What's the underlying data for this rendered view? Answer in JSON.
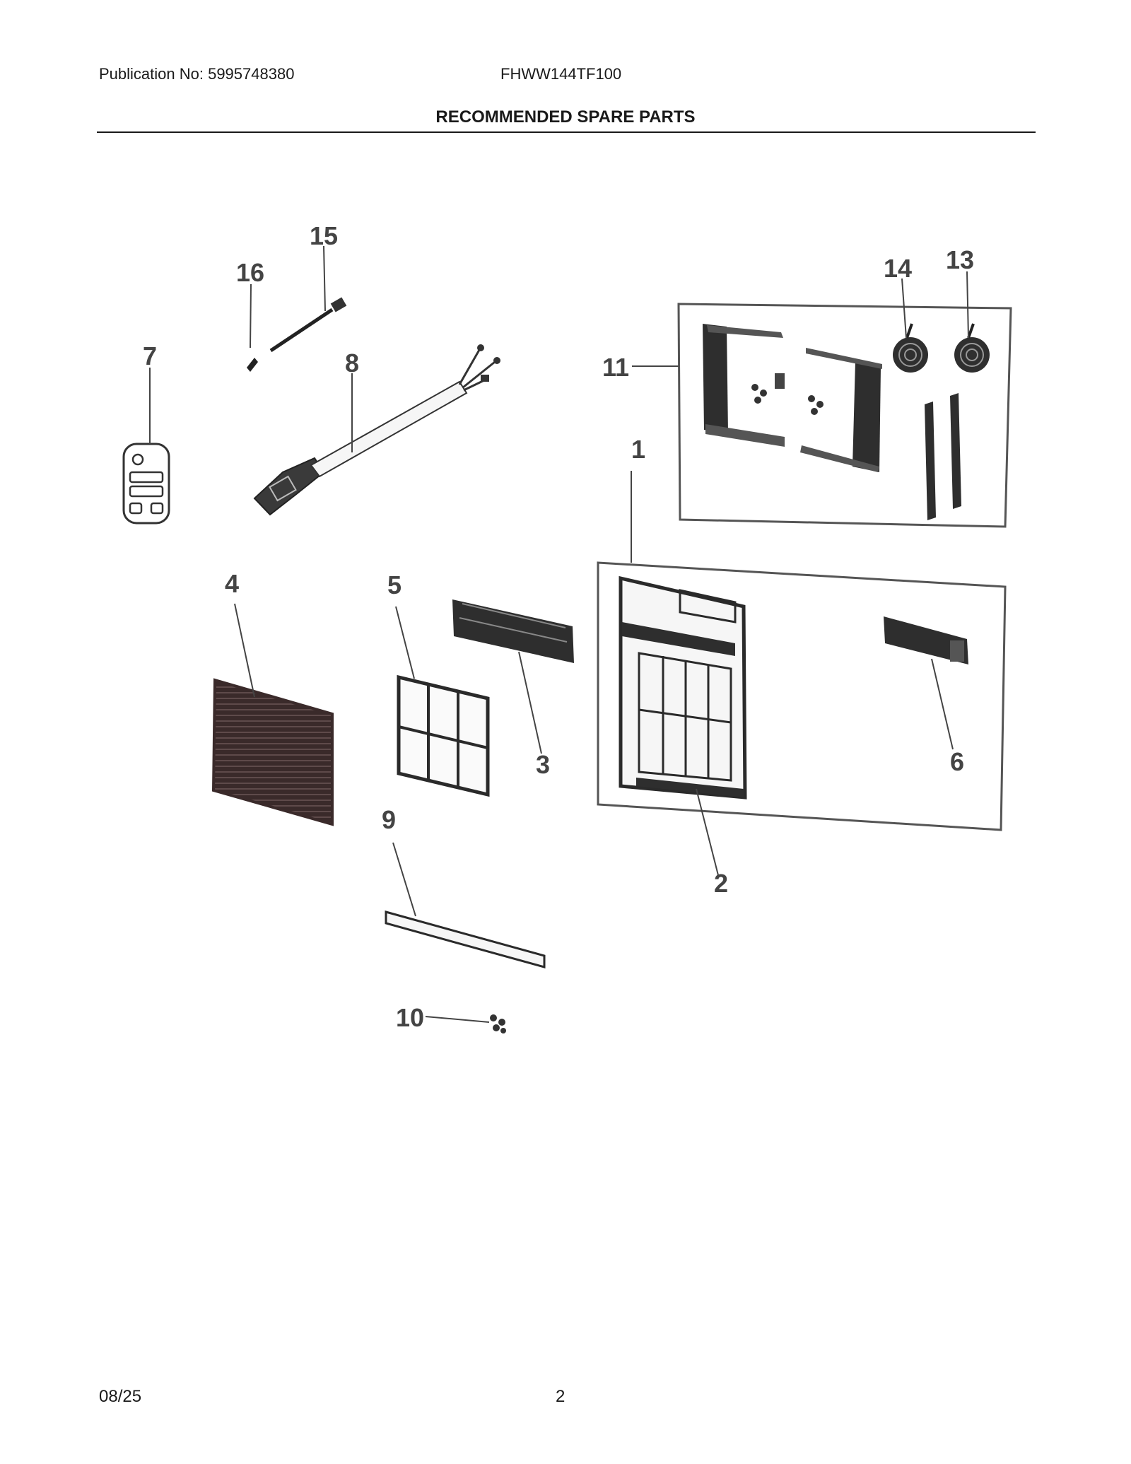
{
  "header": {
    "publication": "Publication No: 5995748380",
    "model": "FHWW144TF100",
    "title": "RECOMMENDED SPARE PARTS"
  },
  "callouts": [
    "1",
    "2",
    "3",
    "4",
    "5",
    "6",
    "7",
    "8",
    "9",
    "10",
    "11",
    "13",
    "14",
    "15",
    "16"
  ],
  "footer": {
    "date": "08/25",
    "page": "2"
  }
}
